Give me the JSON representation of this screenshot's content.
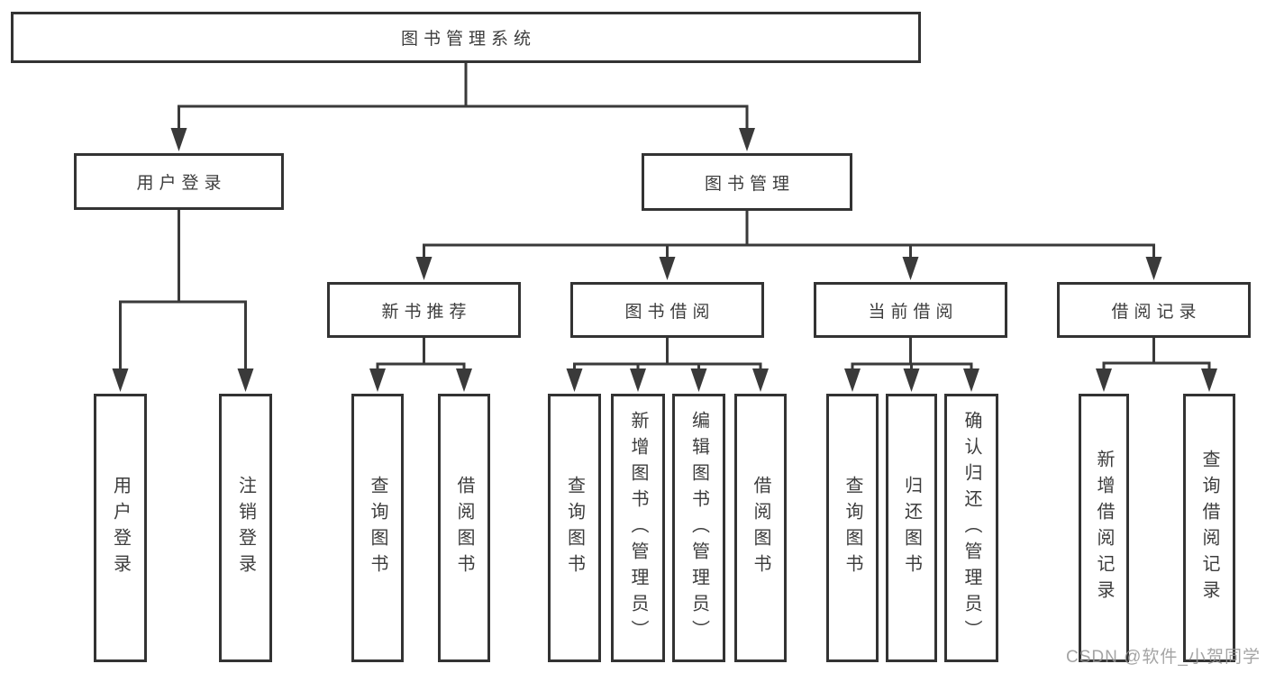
{
  "tree": {
    "root": {
      "label": "图书管理系统",
      "children": [
        {
          "label": "用户登录",
          "children": [
            {
              "label": "用户登录"
            },
            {
              "label": "注销登录"
            }
          ]
        },
        {
          "label": "图书管理",
          "children": [
            {
              "label": "新书推荐",
              "children": [
                {
                  "label": "查询图书"
                },
                {
                  "label": "借阅图书"
                }
              ]
            },
            {
              "label": "图书借阅",
              "children": [
                {
                  "label": "查询图书"
                },
                {
                  "label": "新增图书（管理员）"
                },
                {
                  "label": "编辑图书（管理员）"
                },
                {
                  "label": "借阅图书"
                }
              ]
            },
            {
              "label": "当前借阅",
              "children": [
                {
                  "label": "查询图书"
                },
                {
                  "label": "归还图书"
                },
                {
                  "label": "确认归还（管理员）"
                }
              ]
            },
            {
              "label": "借阅记录",
              "children": [
                {
                  "label": "新增借阅记录"
                },
                {
                  "label": "查询借阅记录"
                }
              ]
            }
          ]
        }
      ]
    }
  },
  "watermark": {
    "text": "CSDN @软件_小贺同学"
  },
  "colors": {
    "line": "#3a3a3a",
    "box_border": "#333333",
    "text": "#3d3d3d",
    "watermark": "#949494"
  }
}
